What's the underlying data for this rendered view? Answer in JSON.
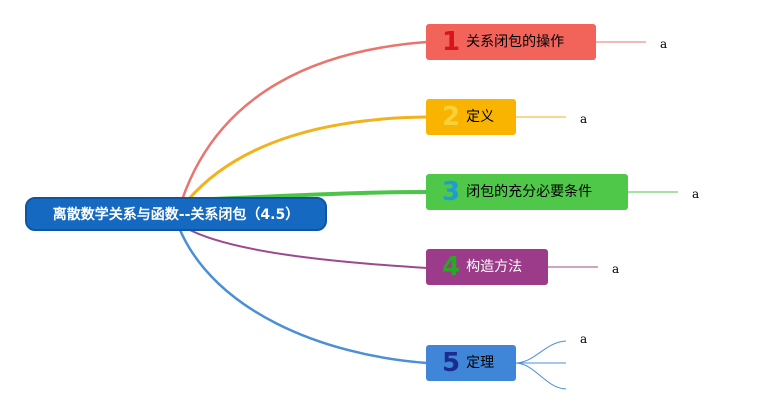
{
  "root": {
    "title": "离散数学关系与函数--关系闭包（4.5）"
  },
  "branches": [
    {
      "number": "1",
      "label": "关系闭包的操作",
      "color": "#f2635a",
      "curve_color": "#e8756e",
      "number_color": "#d6151e",
      "text_color": "#000000",
      "leaf": "a"
    },
    {
      "number": "2",
      "label": "定义",
      "color": "#f8b400",
      "curve_color": "#f2b21c",
      "number_color": "#f7d23a",
      "text_color": "#000000",
      "leaf": "a"
    },
    {
      "number": "3",
      "label": "闭包的充分必要条件",
      "color": "#4fc84a",
      "curve_color": "#4cc44a",
      "number_color": "#1f9bd8",
      "text_color": "#000000",
      "leaf": "a"
    },
    {
      "number": "4",
      "label": "构造方法",
      "color": "#9b3b89",
      "curve_color": "#9c4a8f",
      "number_color": "#2da52a",
      "text_color": "#ffffff",
      "leaf": "a"
    },
    {
      "number": "5",
      "label": "定理",
      "color": "#3f86d9",
      "curve_color": "#4b8fd6",
      "number_color": "#1a2d8f",
      "text_color": "#000000",
      "leaf": "a"
    }
  ]
}
